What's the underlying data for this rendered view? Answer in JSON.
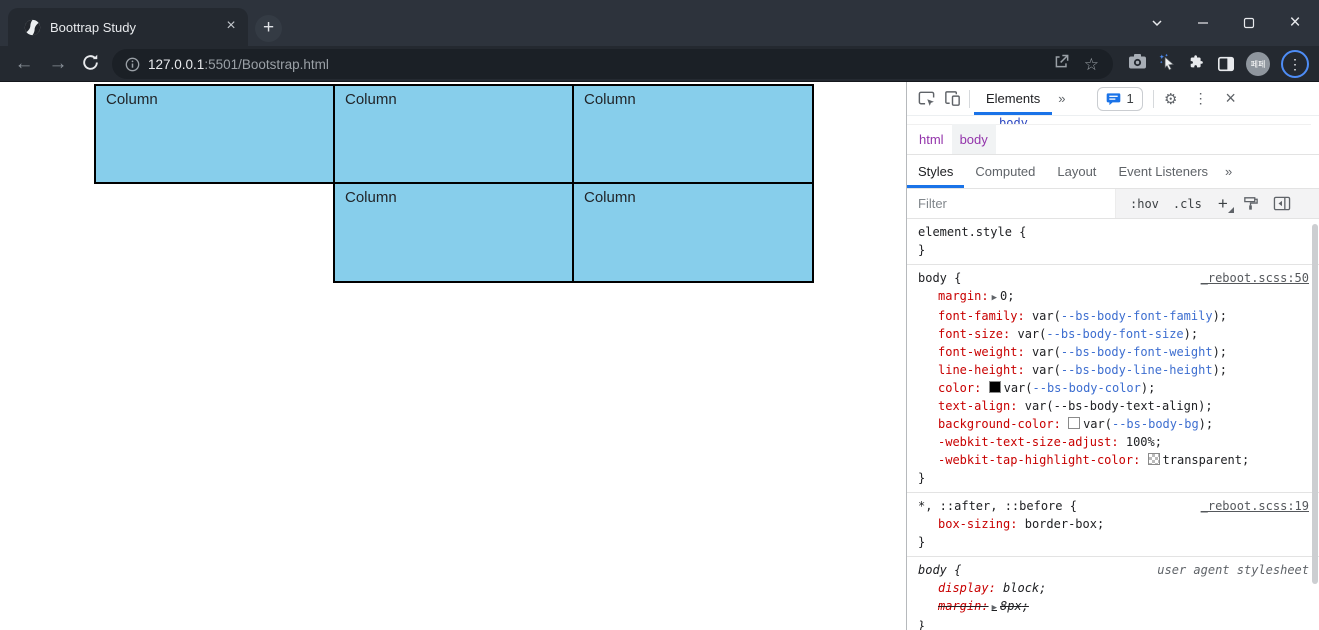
{
  "browser": {
    "tab_title": "Boottrap Study",
    "tab_close": "×",
    "new_tab": "+",
    "window_close": "×",
    "toolbar": {
      "back": "←",
      "forward": "→",
      "url_host": "127.0.0.1",
      "url_path": ":5501/Bootstrap.html",
      "star": "☆",
      "profile": "페페",
      "menu_dots": "⋮"
    }
  },
  "page": {
    "column_bg": "#87ceeb",
    "columns": [
      "Column",
      "Column",
      "Column",
      "Column",
      "Column"
    ]
  },
  "devtools": {
    "accent_blue": "#1a73e8",
    "panel_tab": "Elements",
    "more_tabs": "»",
    "issues_count": "1",
    "gear": "⚙",
    "menu_dots": "⋮",
    "close": "×",
    "dom_fragment": "body",
    "breadcrumbs": {
      "html": "html",
      "body": "body"
    },
    "sidebar_tabs": [
      "Styles",
      "Computed",
      "Layout",
      "Event Listeners"
    ],
    "sidebar_more": "»",
    "filter_placeholder": "Filter",
    "hov_toggle": ":hov",
    "cls_toggle": ".cls",
    "new_rule": "+",
    "rules": [
      {
        "selector": "element.style",
        "link": null,
        "properties": []
      },
      {
        "selector": "body",
        "link": "_reboot.scss:50",
        "properties": [
          {
            "name": "margin",
            "arrow": true,
            "parts": [
              {
                "t": "0"
              }
            ]
          },
          {
            "name": "font-family",
            "parts": [
              {
                "t": "var("
              },
              {
                "t": "--bs-body-font-family",
                "link": true
              },
              {
                "t": ")"
              }
            ]
          },
          {
            "name": "font-size",
            "parts": [
              {
                "t": "var("
              },
              {
                "t": "--bs-body-font-size",
                "link": true
              },
              {
                "t": ")"
              }
            ]
          },
          {
            "name": "font-weight",
            "parts": [
              {
                "t": "var("
              },
              {
                "t": "--bs-body-font-weight",
                "link": true
              },
              {
                "t": ")"
              }
            ]
          },
          {
            "name": "line-height",
            "parts": [
              {
                "t": "var("
              },
              {
                "t": "--bs-body-line-height",
                "link": true
              },
              {
                "t": ")"
              }
            ]
          },
          {
            "name": "color",
            "swatch": "black",
            "parts": [
              {
                "t": "var("
              },
              {
                "t": "--bs-body-color",
                "link": true
              },
              {
                "t": ")"
              }
            ]
          },
          {
            "name": "text-align",
            "parts": [
              {
                "t": "var(--bs-body-text-align)"
              }
            ]
          },
          {
            "name": "background-color",
            "swatch": "white",
            "parts": [
              {
                "t": "var("
              },
              {
                "t": "--bs-body-bg",
                "link": true
              },
              {
                "t": ")"
              }
            ]
          },
          {
            "name": "-webkit-text-size-adjust",
            "parts": [
              {
                "t": "100%"
              }
            ]
          },
          {
            "name": "-webkit-tap-highlight-color",
            "swatch": "checker",
            "parts": [
              {
                "t": "transparent"
              }
            ]
          }
        ]
      },
      {
        "selector": "*, ::after, ::before",
        "link": "_reboot.scss:19",
        "properties": [
          {
            "name": "box-sizing",
            "parts": [
              {
                "t": "border-box"
              }
            ]
          }
        ]
      },
      {
        "selector": "body",
        "link": "user agent stylesheet",
        "ua": true,
        "properties": [
          {
            "name": "display",
            "parts": [
              {
                "t": "block"
              }
            ]
          },
          {
            "name": "margin",
            "arrow": true,
            "struck": true,
            "parts": [
              {
                "t": "8px"
              }
            ]
          }
        ]
      }
    ]
  }
}
